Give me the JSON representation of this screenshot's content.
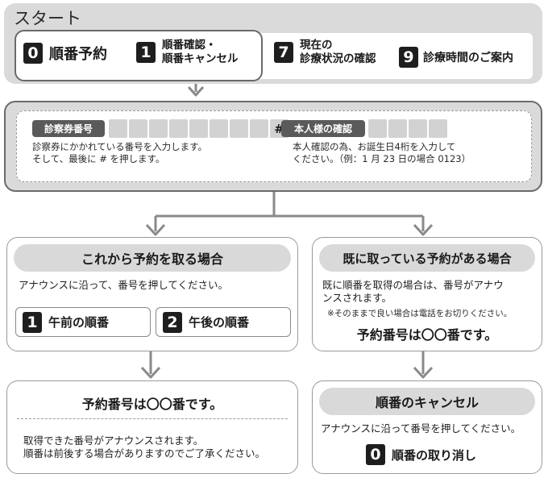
{
  "start": {
    "title": "スタート",
    "options": [
      {
        "number": "0",
        "label": "順番予約"
      },
      {
        "number": "1",
        "label_line1": "順番確認・",
        "label_line2": "順番キャンセル"
      },
      {
        "number": "7",
        "label_line1": "現在の",
        "label_line2": "診療状況の確認"
      },
      {
        "number": "9",
        "label": "診療時間のご案内"
      }
    ]
  },
  "input": {
    "card_number_tag": "診察券番号",
    "hash_symbol": "#",
    "card_number_help_line1": "診察券にかかれている番号を入力します。",
    "card_number_help_line2": "そして、最後に # を押します。",
    "identity_tag": "本人様の確認",
    "identity_help_line1": "本人確認の為、お誕生日4桁を入力して",
    "identity_help_line2": "ください。（例：1 月 23 日の場合 0123）"
  },
  "new_reservation": {
    "title": "これから予約を取る場合",
    "instruction": "アナウンスに沿って、番号を押してください。",
    "options": [
      {
        "number": "1",
        "label": "午前の順番"
      },
      {
        "number": "2",
        "label": "午後の順番"
      }
    ]
  },
  "existing_reservation": {
    "title": "既に取っている予約がある場合",
    "text_line1": "既に順番を取得の場合は、番号がアナウ",
    "text_line2": "ンスされます。",
    "note": "※そのままで良い場合は電話をお切りください。",
    "result": "予約番号は〇〇番です。"
  },
  "result_box": {
    "title": "予約番号は〇〇番です。",
    "text_line1": "取得できた番号がアナウンスされます。",
    "text_line2": "順番は前後する場合がありますのでご了承ください。"
  },
  "cancel": {
    "title": "順番のキャンセル",
    "instruction": "アナウンスに沿って番号を押してください。",
    "option": {
      "number": "0",
      "label": "順番の取り消し"
    }
  }
}
